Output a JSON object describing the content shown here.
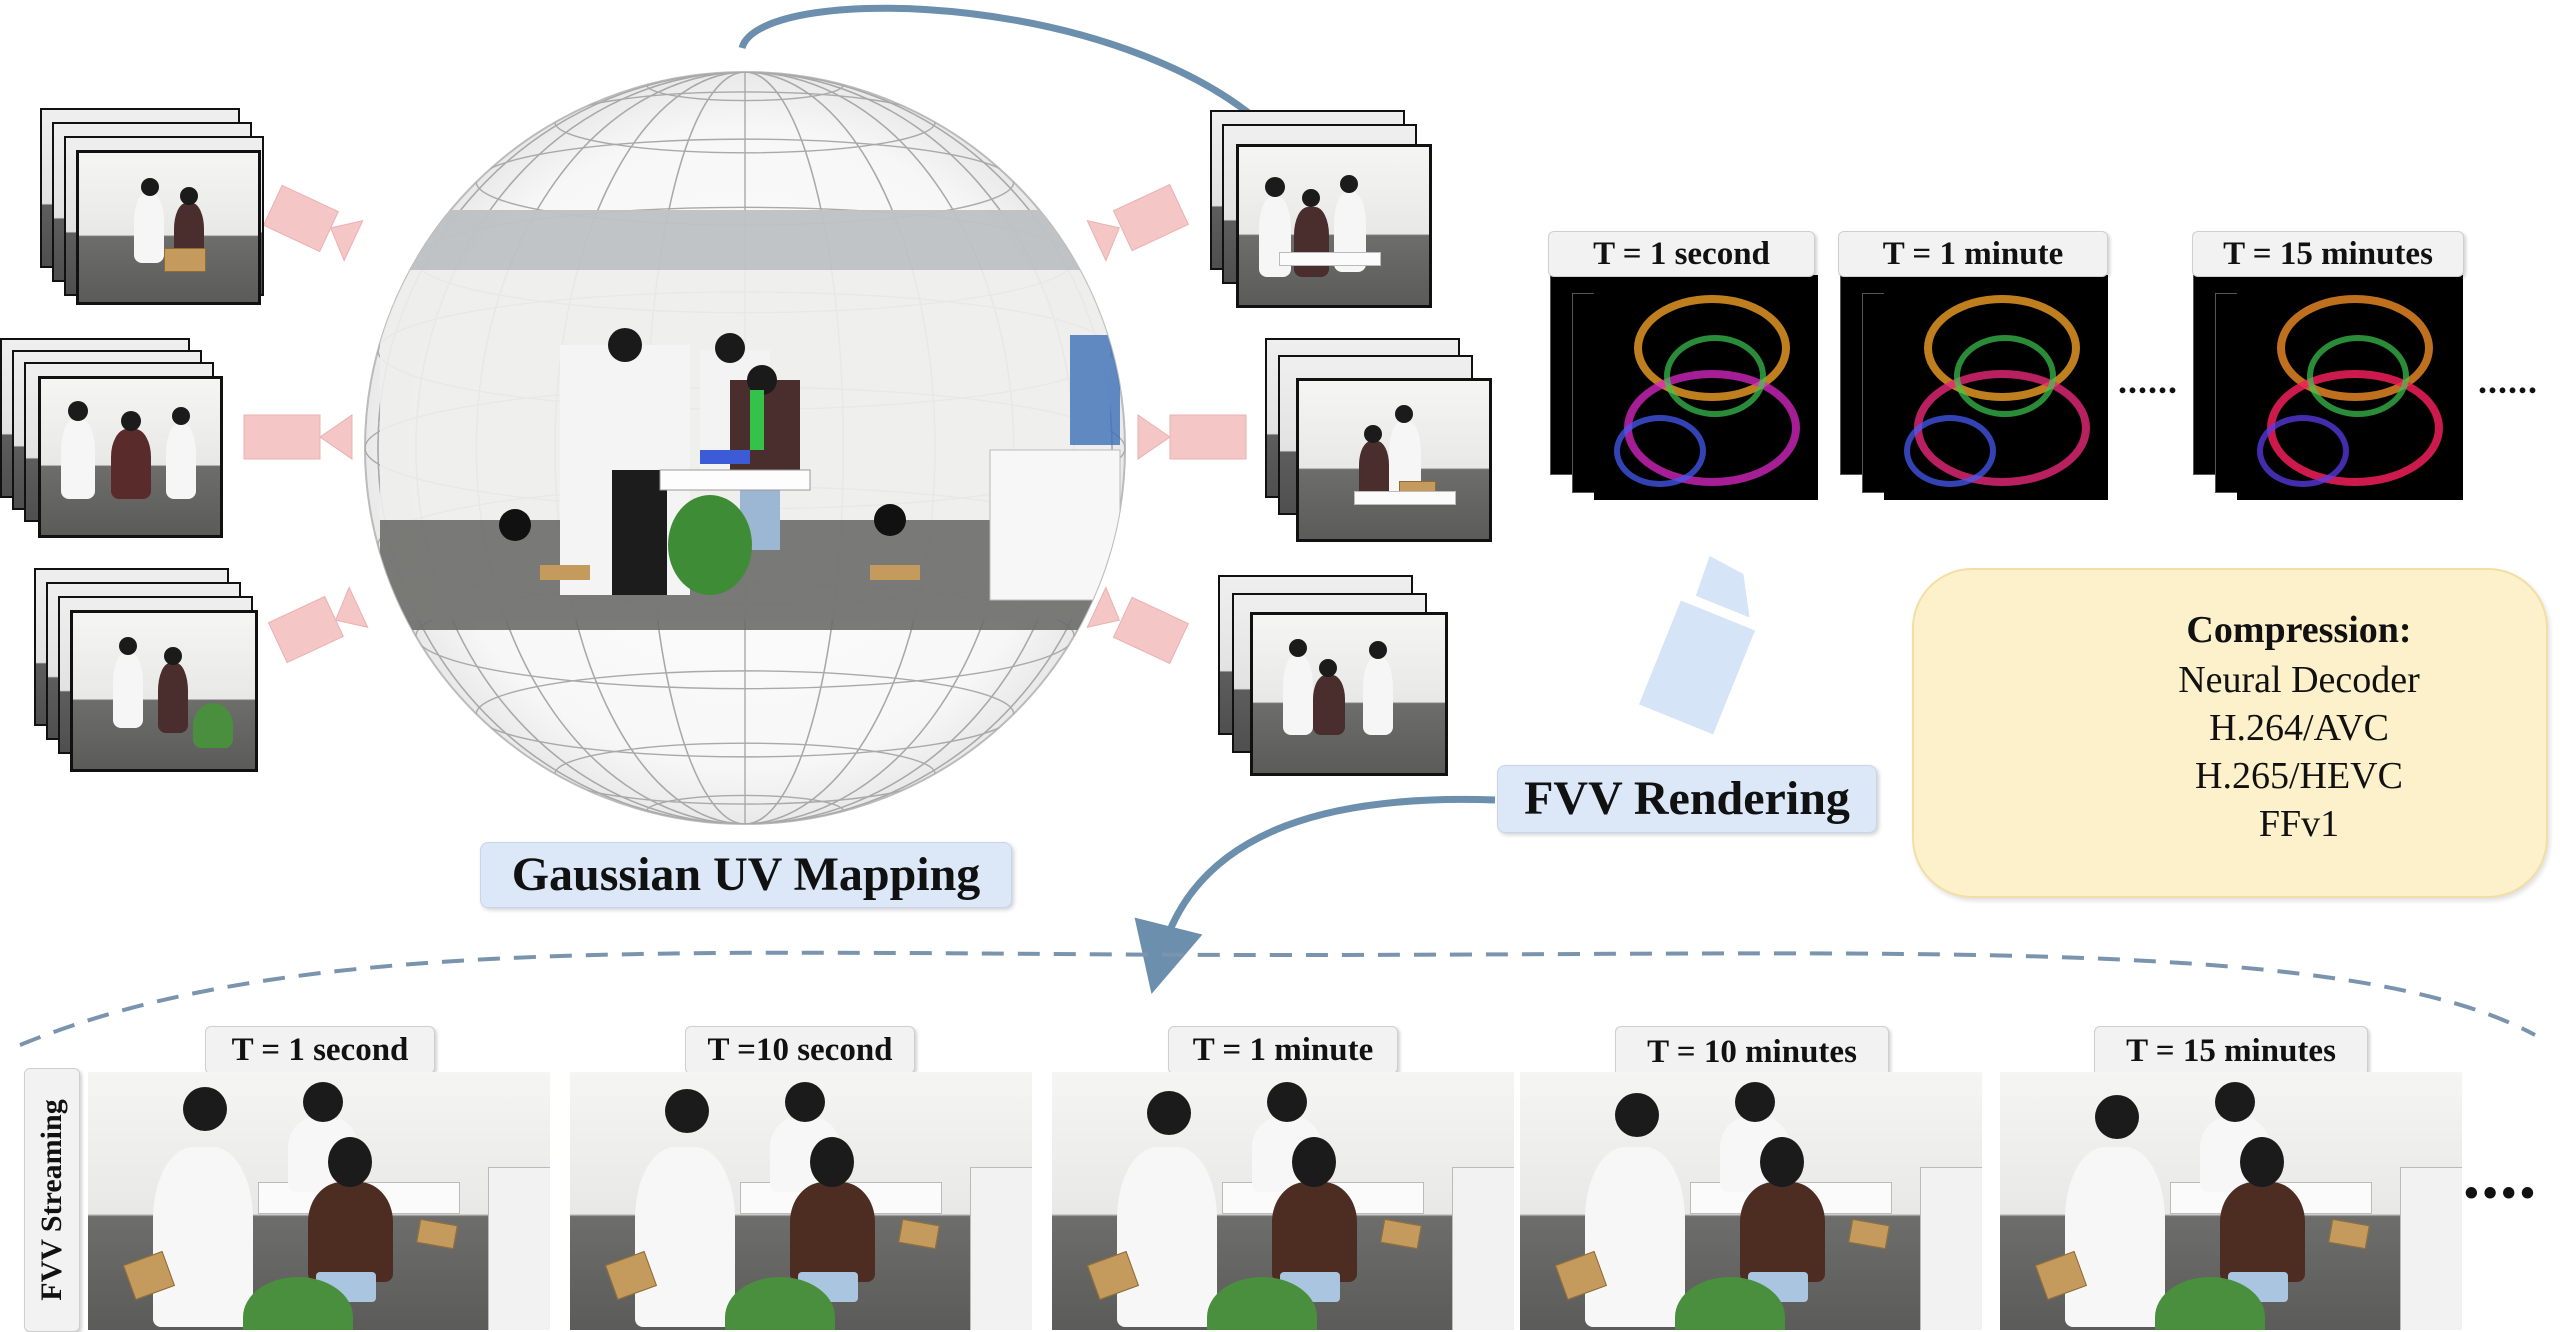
{
  "sphere": {
    "label": "Gaussian UV Mapping"
  },
  "timeline_top": {
    "frames": [
      {
        "label": "T = 1 second"
      },
      {
        "label": "T = 1 minute"
      },
      {
        "label": "T = 15 minutes"
      }
    ],
    "ellipsis": "......"
  },
  "rendering": {
    "label": "FVV Rendering"
  },
  "compression": {
    "title": "Compression:",
    "methods": [
      "Neural Decoder",
      "H.264/AVC",
      "H.265/HEVC",
      "FFv1"
    ],
    "icon": "zip-folder-icon"
  },
  "streaming": {
    "side_label": "FVV Streaming",
    "frames": [
      {
        "label": "T = 1 second"
      },
      {
        "label": "T =10 second"
      },
      {
        "label": "T = 1 minute"
      },
      {
        "label": "T = 10 minutes"
      },
      {
        "label": "T = 15 minutes"
      }
    ],
    "ellipsis": "••••"
  },
  "colors": {
    "arrow": "#6c8fad",
    "camera": "#f4c6c6",
    "render_camera": "#d6e4f7",
    "compression_bg": "#fdf1cc",
    "folder": "#f6b93b"
  }
}
